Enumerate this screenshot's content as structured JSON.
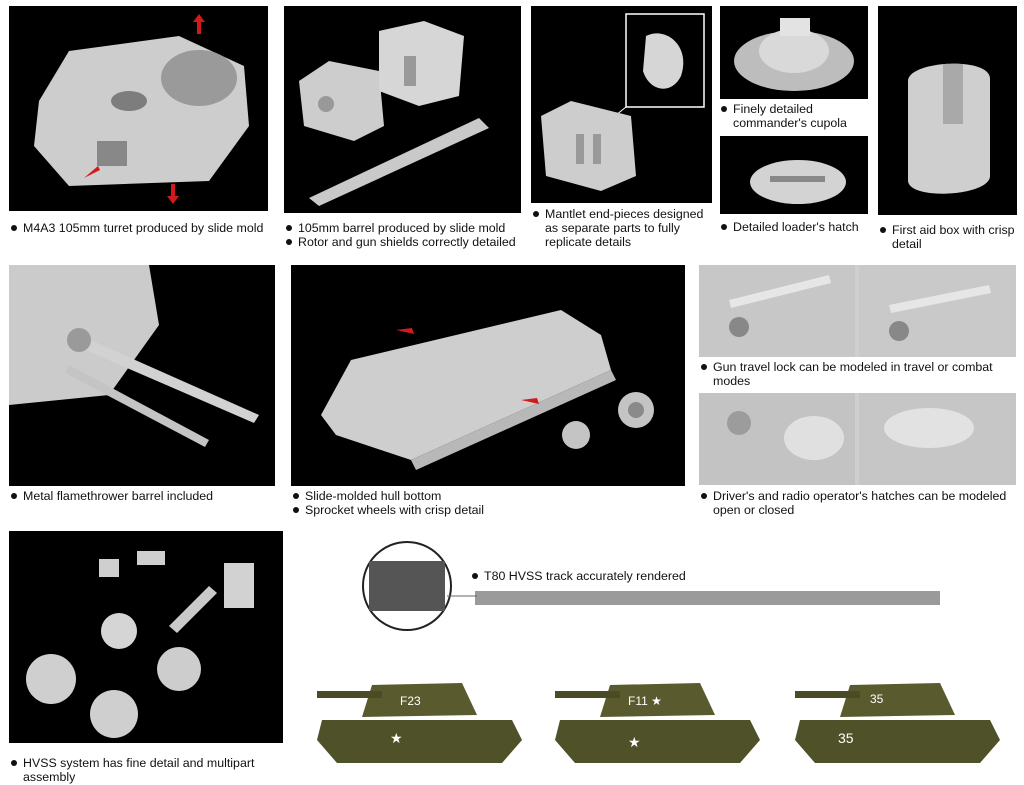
{
  "captions": {
    "turret": [
      "M4A3 105mm turret produced by slide mold"
    ],
    "barrel": [
      "105mm barrel produced by slide mold",
      "Rotor and gun shields correctly detailed"
    ],
    "mantlet": [
      "Mantlet end-pieces designed as separate parts to fully replicate details"
    ],
    "cupola": [
      "Finely detailed commander's cupola"
    ],
    "loader": [
      "Detailed loader's hatch"
    ],
    "firstaid": [
      "First aid box with crisp detail"
    ],
    "flamethrower": [
      "Metal flamethrower barrel included"
    ],
    "hull": [
      "Slide-molded hull bottom",
      "Sprocket wheels with crisp detail"
    ],
    "travellock": [
      "Gun travel lock can be modeled in travel or combat modes"
    ],
    "hatches": [
      "Driver's and radio operator's hatches can be modeled open or closed"
    ],
    "hvss": [
      "HVSS system has fine detail and multipart assembly"
    ],
    "track": [
      "T80 HVSS track accurately rendered"
    ]
  },
  "tank_markings": [
    {
      "turret": "F23",
      "hull": "★"
    },
    {
      "turret": "F11 ★",
      "hull": "★"
    },
    {
      "turret": "35",
      "hull": "35"
    }
  ],
  "colors": {
    "panel_bg": "#000000",
    "part_gray": "#cdcdcd",
    "arrow_red": "#d11a1a",
    "tank_olive": "#4f5128"
  }
}
